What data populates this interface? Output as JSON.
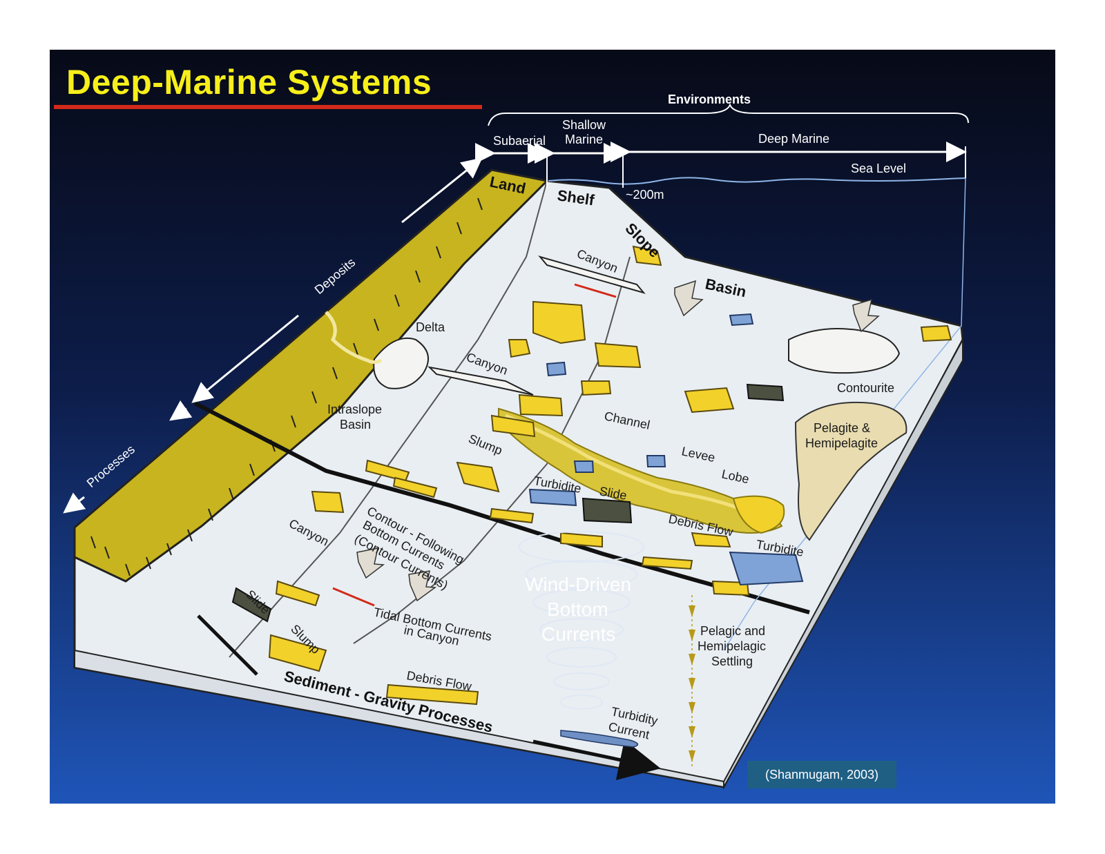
{
  "title": "Deep-Marine Systems",
  "environments": {
    "heading": "Environments",
    "subaerial": "Subaerial",
    "shallow_marine_line1": "Shallow",
    "shallow_marine_line2": "Marine",
    "deep_marine": "Deep Marine",
    "sea_level": "Sea Level",
    "depth": "~200m"
  },
  "zones": {
    "land": "Land",
    "shelf": "Shelf",
    "slope": "Slope",
    "basin": "Basin"
  },
  "side_labels": {
    "deposits": "Deposits",
    "processes": "Processes"
  },
  "features": {
    "canyon_upper": "Canyon",
    "delta": "Delta",
    "canyon_mid": "Canyon",
    "intraslope_line1": "Intraslope",
    "intraslope_line2": "Basin",
    "slump_upper": "Slump",
    "channel": "Channel",
    "levee": "Levee",
    "lobe": "Lobe",
    "turbidite_upper": "Turbidite",
    "slide_upper": "Slide",
    "debris_flow_upper": "Debris Flow",
    "turbidite_right": "Turbidite",
    "contourite": "Contourite",
    "pelagite_line1": "Pelagite &",
    "pelagite_line2": "Hemipelagite",
    "canyon_lower": "Canyon",
    "contour_line1": "Contour - Following",
    "contour_line2": "Bottom Currents",
    "contour_line3": "(Contour Currents)",
    "slide_lower": "Slide",
    "slump_lower": "Slump",
    "tidal_line1": "Tidal Bottom Currents",
    "tidal_line2": "in Canyon",
    "debris_flow_lower": "Debris Flow",
    "wind_line1": "Wind-Driven",
    "wind_line2": "Bottom",
    "wind_line3": "Currents",
    "pelagic_line1": "Pelagic and",
    "pelagic_line2": "Hemipelagic",
    "pelagic_line3": "Settling",
    "turbidity_line1": "Turbidity",
    "turbidity_line2": "Current",
    "sediment_gravity": "Sediment - Gravity Processes"
  },
  "citation": "(Shanmugam, 2003)",
  "colors": {
    "background_top": "#080c1a",
    "background_bottom": "#1e4fb0",
    "title": "#f7ef1a",
    "land": "#c8b41e",
    "deposit_yellow": "#f2d12a",
    "turbidite_blue": "#7fa3d6",
    "pelagite_tan": "#e8dcb0",
    "slide_dark": "#4b5040",
    "arrow_red": "#d12a1a"
  }
}
